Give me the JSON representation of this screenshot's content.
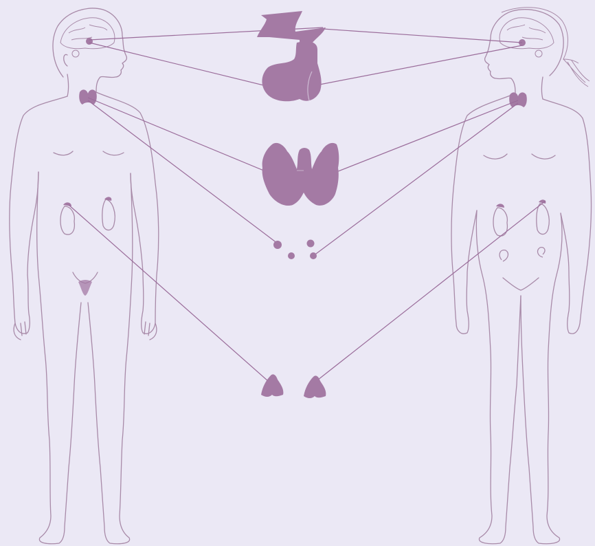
{
  "colors": {
    "background": "#ebe8f5",
    "outline": "#a88aa8",
    "gland_fill": "#a47aa4",
    "gland_dark": "#8f6590",
    "connector": "#9a6c9a"
  },
  "figures": [
    {
      "id": "male",
      "facing": "right",
      "glands": [
        "brain-pituitary",
        "thyroid",
        "adrenal-kidneys",
        "testes"
      ]
    },
    {
      "id": "female",
      "facing": "left",
      "glands": [
        "brain-pituitary",
        "thyroid",
        "adrenal-kidneys",
        "ovaries"
      ]
    }
  ],
  "center_glands": [
    {
      "id": "pituitary-gland",
      "icon": "pituitary-icon"
    },
    {
      "id": "thyroid-gland",
      "icon": "thyroid-icon"
    },
    {
      "id": "parathyroid-glands",
      "icon": "parathyroid-icon"
    },
    {
      "id": "adrenal-glands",
      "icon": "adrenal-icon"
    }
  ]
}
